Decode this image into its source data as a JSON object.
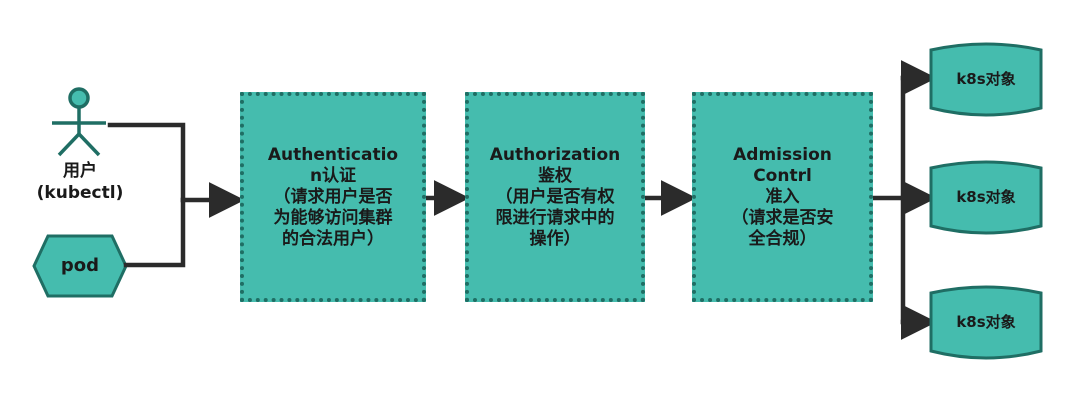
{
  "colors": {
    "fill": "#45bcae",
    "border": "#1f6e64",
    "line": "#2b2b2b",
    "text": "#1a1a1a"
  },
  "actors": {
    "user": {
      "label": "用户\n(kubectl)",
      "icon": "person-icon"
    },
    "pod": {
      "label": "pod",
      "icon": "hexagon-shape"
    }
  },
  "stages": [
    {
      "id": "authentication",
      "text": "Authenticatio\nn认证\n（请求用户是否\n为能够访问集群\n的合法用户）"
    },
    {
      "id": "authorization",
      "text": "Authorization\n鉴权\n（用户是否有权\n限进行请求中的\n操作）"
    },
    {
      "id": "admission",
      "text": "Admission\nContrl\n准入\n（请求是否安\n全合规）"
    }
  ],
  "targets": [
    {
      "label": "k8s对象"
    },
    {
      "label": "k8s对象"
    },
    {
      "label": "k8s对象"
    }
  ]
}
